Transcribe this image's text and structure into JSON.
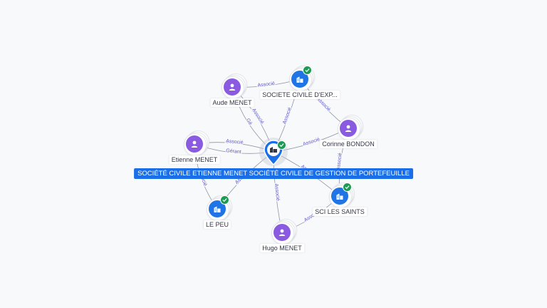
{
  "center": {
    "name": "SOCIÉTÉ CIVILE ETIENNE MENET SOCIÉTÉ CIVILE DE GESTION DE PORTEFEUILLE",
    "type": "company",
    "verified": true
  },
  "nodes": [
    {
      "id": "aude",
      "name": "Aude MENET",
      "type": "person",
      "verified": false
    },
    {
      "id": "sce",
      "name": "SOCIETE CIVILE D'EXP...",
      "type": "company",
      "verified": true
    },
    {
      "id": "corinne",
      "name": "Corinne BONDON",
      "type": "person",
      "verified": false
    },
    {
      "id": "etienne",
      "name": "Etienne MENET",
      "type": "person",
      "verified": false
    },
    {
      "id": "saints",
      "name": "SCI LES SAINTS",
      "type": "company",
      "verified": true
    },
    {
      "id": "lepeu",
      "name": "LE PEU",
      "type": "company",
      "verified": true
    },
    {
      "id": "hugo",
      "name": "Hugo MENET",
      "type": "person",
      "verified": false
    }
  ],
  "edges": [
    {
      "from": "aude",
      "to": "sce",
      "label": "Associé"
    },
    {
      "from": "aude",
      "to": "center",
      "label": "Associé"
    },
    {
      "from": "aude",
      "to": "center",
      "label": "Gé"
    },
    {
      "from": "sce",
      "to": "center",
      "label": "Associé"
    },
    {
      "from": "sce",
      "to": "corinne",
      "label": "Associé"
    },
    {
      "from": "corinne",
      "to": "center",
      "label": "Associé"
    },
    {
      "from": "corinne",
      "to": "saints",
      "label": "Associé"
    },
    {
      "from": "etienne",
      "to": "center",
      "label": "Gérant"
    },
    {
      "from": "etienne",
      "to": "center",
      "label": "Associé"
    },
    {
      "from": "etienne",
      "to": "lepeu",
      "label": "Associé"
    },
    {
      "from": "center",
      "to": "saints",
      "label": "Associé"
    },
    {
      "from": "center",
      "to": "lepeu",
      "label": "Associé"
    },
    {
      "from": "hugo",
      "to": "center",
      "label": "Associé"
    },
    {
      "from": "hugo",
      "to": "saints",
      "label": "Associé"
    }
  ],
  "colors": {
    "person": "#8a5ae0",
    "company": "#1f74e6",
    "verified": "#1e9a54",
    "edge": "#6b7488",
    "edge_label": "#5b57c9",
    "center_label_bg": "#1a6fe8"
  },
  "icons": {
    "person": "person-icon",
    "company": "building-icon",
    "verified": "check-badge-icon"
  }
}
